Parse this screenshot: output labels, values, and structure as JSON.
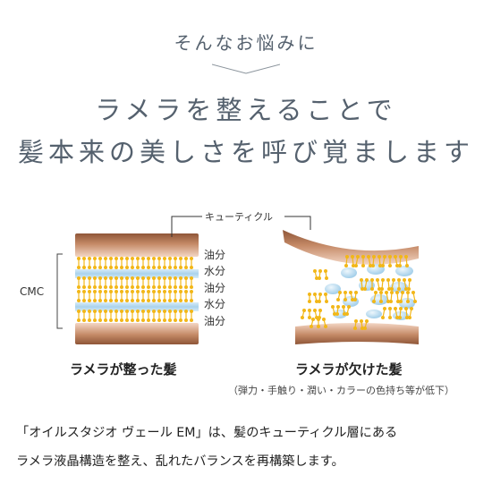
{
  "header": {
    "lead": "そんなお悩みに",
    "line1": "ラメラを整えることで",
    "line2": "髪本来の美しさを呼び覚まします"
  },
  "diagram": {
    "cuticle_label": "キューティクル",
    "cmc_label": "CMC",
    "layer_labels": [
      "油分",
      "水分",
      "油分",
      "水分",
      "油分"
    ],
    "left_caption": "ラメラが整った髪",
    "right_caption": "ラメラが欠けた髪",
    "right_subcaption": "（弾力・手触り・潤い・カラーの色持ち等が低下）"
  },
  "body": {
    "line1": "「オイルスタジオ ヴェール EM」は、髪のキューティクル層にある",
    "line2": "ラメラ液晶構造を整え、乱れたバランスを再構築します。"
  },
  "colors": {
    "heading": "#55616e",
    "cuticle": "#a86a48",
    "lipid": "#f2b718",
    "water": "#b9dcf0"
  }
}
